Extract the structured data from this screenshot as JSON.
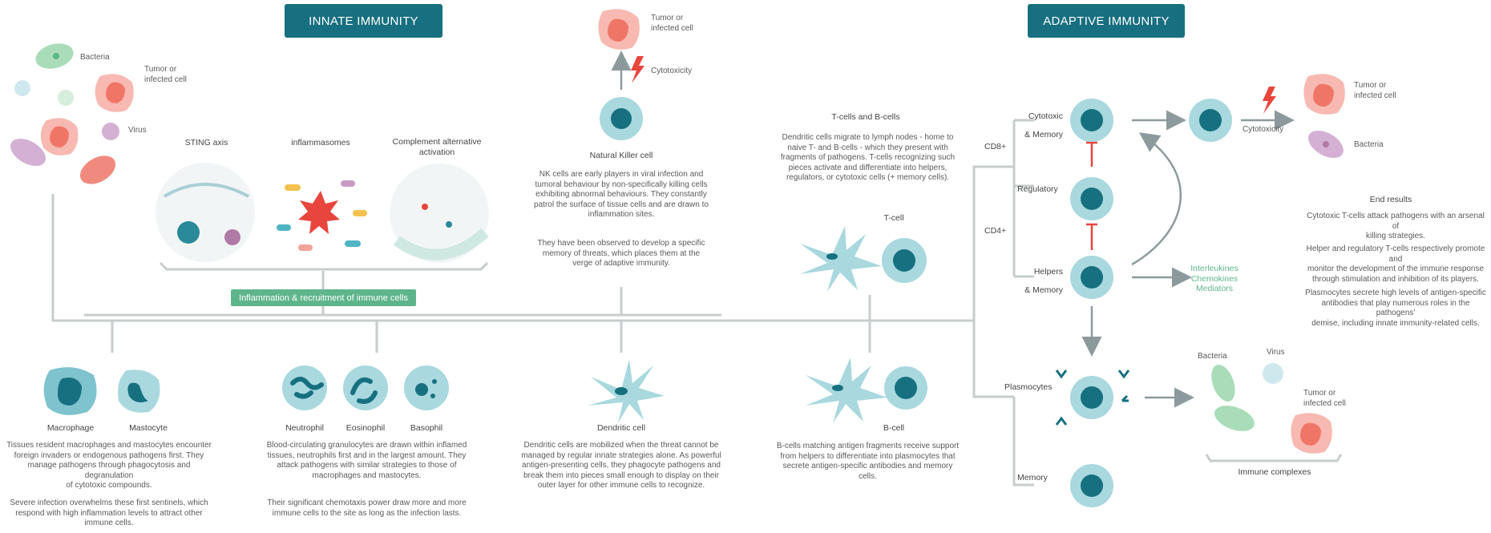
{
  "header": {
    "innate_title": "INNATE IMMUNITY",
    "adaptive_title": "ADAPTIVE IMMUNITY"
  },
  "pathogens_left": {
    "bacteria": "Bacteria",
    "tumor": "Tumor or\ninfected cell",
    "virus": "Virus"
  },
  "mechanisms": {
    "sting": "STING axis",
    "inflammasomes": "inflammasomes",
    "complement": "Complement alternative\nactivation",
    "inflammation_label": "Inflammation & recruitment of immune cells"
  },
  "nk": {
    "tumor": "Tumor or\ninfected cell",
    "cytotoxicity": "Cytotoxicity",
    "title": "Natural Killer cell",
    "desc1": "NK cells are early players in viral infection and\ntumoral behaviour by non-specifically killing cells\nexhibiting abnormal behaviours. They constantly\npatrol the surface of tissue cells and are drawn to\ninflammation sites.",
    "desc2": "They have been observed to develop a specific\nmemory of threats, which places them at the\nverge of adaptive immunity."
  },
  "tb": {
    "title": "T-cells and B-cells",
    "desc": "Dendritic cells migrate to lymph nodes -  home to\nnaive T- and B-cells - which they present with\nfragments of pathogens. T-cells recognizing such\npieces activate and differentiate into helpers,\nregulators, or cytotoxic cells (+ memory cells).",
    "tcell": "T-cell",
    "bcell": "B-cell",
    "bcell_desc": "B-cells matching antigen fragments receive support\nfrom helpers to differentiate into plasmocytes that\nsecrete antigen-specific antibodies and memory\ncells."
  },
  "bottom": {
    "macrophage": "Macrophage",
    "mastocyte": "Mastocyte",
    "macro_desc1": "Tissues resident macrophages and mastocytes encounter\nforeign invaders or endogenous pathogens first. They\nmanage pathogens through phagocytosis and degranulation\nof cytotoxic compounds.",
    "macro_desc2": "Severe infection overwhelms these first sentinels, which\nrespond with high inflammation levels to attract other\nimmune cells.",
    "neutrophil": "Neutrophil",
    "eosinophil": "Eosinophil",
    "basophil": "Basophil",
    "gran_desc1": "Blood-circulating granulocytes are drawn within inflamed\ntissues, neutrophils first and in the largest amount. They\nattack pathogens with similar strategies to those of\nmacrophages and mastocytes.",
    "gran_desc2": "Their significant chemotaxis power draw more and more\nimmune cells to the site as long as the infection lasts.",
    "dendritic": "Dendritic cell",
    "dendritic_desc": "Dendritic cells are mobilized when the threat cannot be\nmanaged by regular innate strategies alone. As powerful\nantigen-presenting cells, they phagocyte pathogens and\nbreak them into pieces small enough to display on their\nouter layer for other immune cells to recognize."
  },
  "adaptive": {
    "cd8": "CD8+",
    "cd4": "CD4+",
    "cytotoxic": "Cytotoxic\n& Memory",
    "regulatory": "Regulatory",
    "helpers": "Helpers\n& Memory",
    "plasmocytes": "Plasmocytes",
    "memory": "Memory",
    "cytotoxicity": "Cytotoxicity",
    "tumor": "Tumor or\ninfected cell",
    "bacteria": "Bacteria",
    "mediators": "Interleukines\nChemokines\nMediators",
    "end_title": "End results",
    "end1": "Cytotoxic T-cells attack pathogens with an arsenal of\nkilling strategies.",
    "end2": "Helper and regulatory T-cells respectively promote and\nmonitor the development of the immune response\nthrough stimulation and inhibition of its players.",
    "end3": "Plasmocytes secrete high levels of antigen-specific\nantibodies that play numerous roles in the pathogens'\ndemise, including innate immunity-related cells.",
    "complex_bacteria": "Bacteria",
    "complex_virus": "Virus",
    "complex_tumor": "Tumor or\ninfected cell",
    "immune_complexes": "Immune complexes"
  },
  "colors": {
    "teal_dark": "#176f7f",
    "cell_light": "#a9d8df",
    "cell_core": "#17707f",
    "green": "#5fb58b",
    "line": "#c7cccd",
    "pink": "#f2a49a",
    "red": "#e8453c",
    "purple": "#c79ac4"
  }
}
